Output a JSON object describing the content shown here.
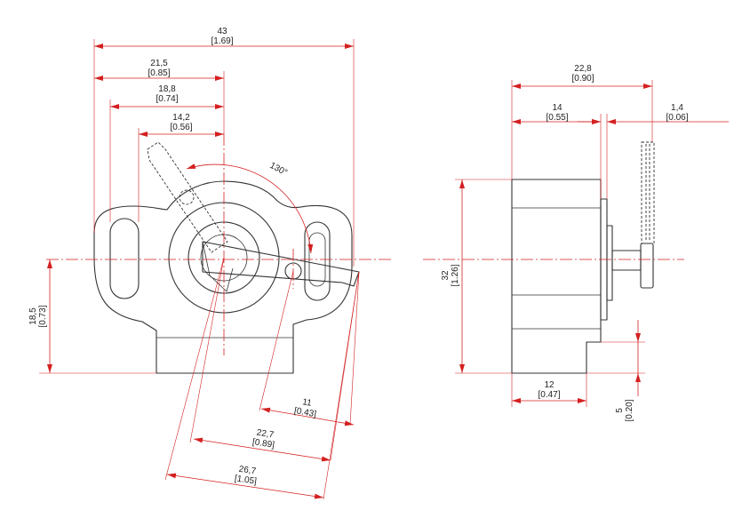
{
  "colors": {
    "dimension": "#d42020",
    "outline": "#333333",
    "background": "#ffffff"
  },
  "dimensions": {
    "overall_width": {
      "mm": "43",
      "inch": "[1.69]"
    },
    "half_width": {
      "mm": "21,5",
      "inch": "[0.85]"
    },
    "width_18_8": {
      "mm": "18,8",
      "inch": "[0.74]"
    },
    "width_14_2": {
      "mm": "14,2",
      "inch": "[0.56]"
    },
    "rotation_angle": {
      "label": "130°"
    },
    "axis_height": {
      "mm": "18,5",
      "inch": "[0.73]"
    },
    "lever_11": {
      "mm": "11",
      "inch": "[0.43]"
    },
    "lever_22_7": {
      "mm": "22,7",
      "inch": "[0.89]"
    },
    "lever_26_7": {
      "mm": "26,7",
      "inch": "[1.05]"
    },
    "side_depth": {
      "mm": "22,8",
      "inch": "[0.90]"
    },
    "side_body": {
      "mm": "14",
      "inch": "[0.55]"
    },
    "side_tab": {
      "mm": "1,4",
      "inch": "[0.06]"
    },
    "side_height": {
      "mm": "32",
      "inch": "[1.26]"
    },
    "side_base": {
      "mm": "12",
      "inch": "[0.47]"
    },
    "side_step": {
      "mm": "5",
      "inch": "[0.20]"
    }
  }
}
